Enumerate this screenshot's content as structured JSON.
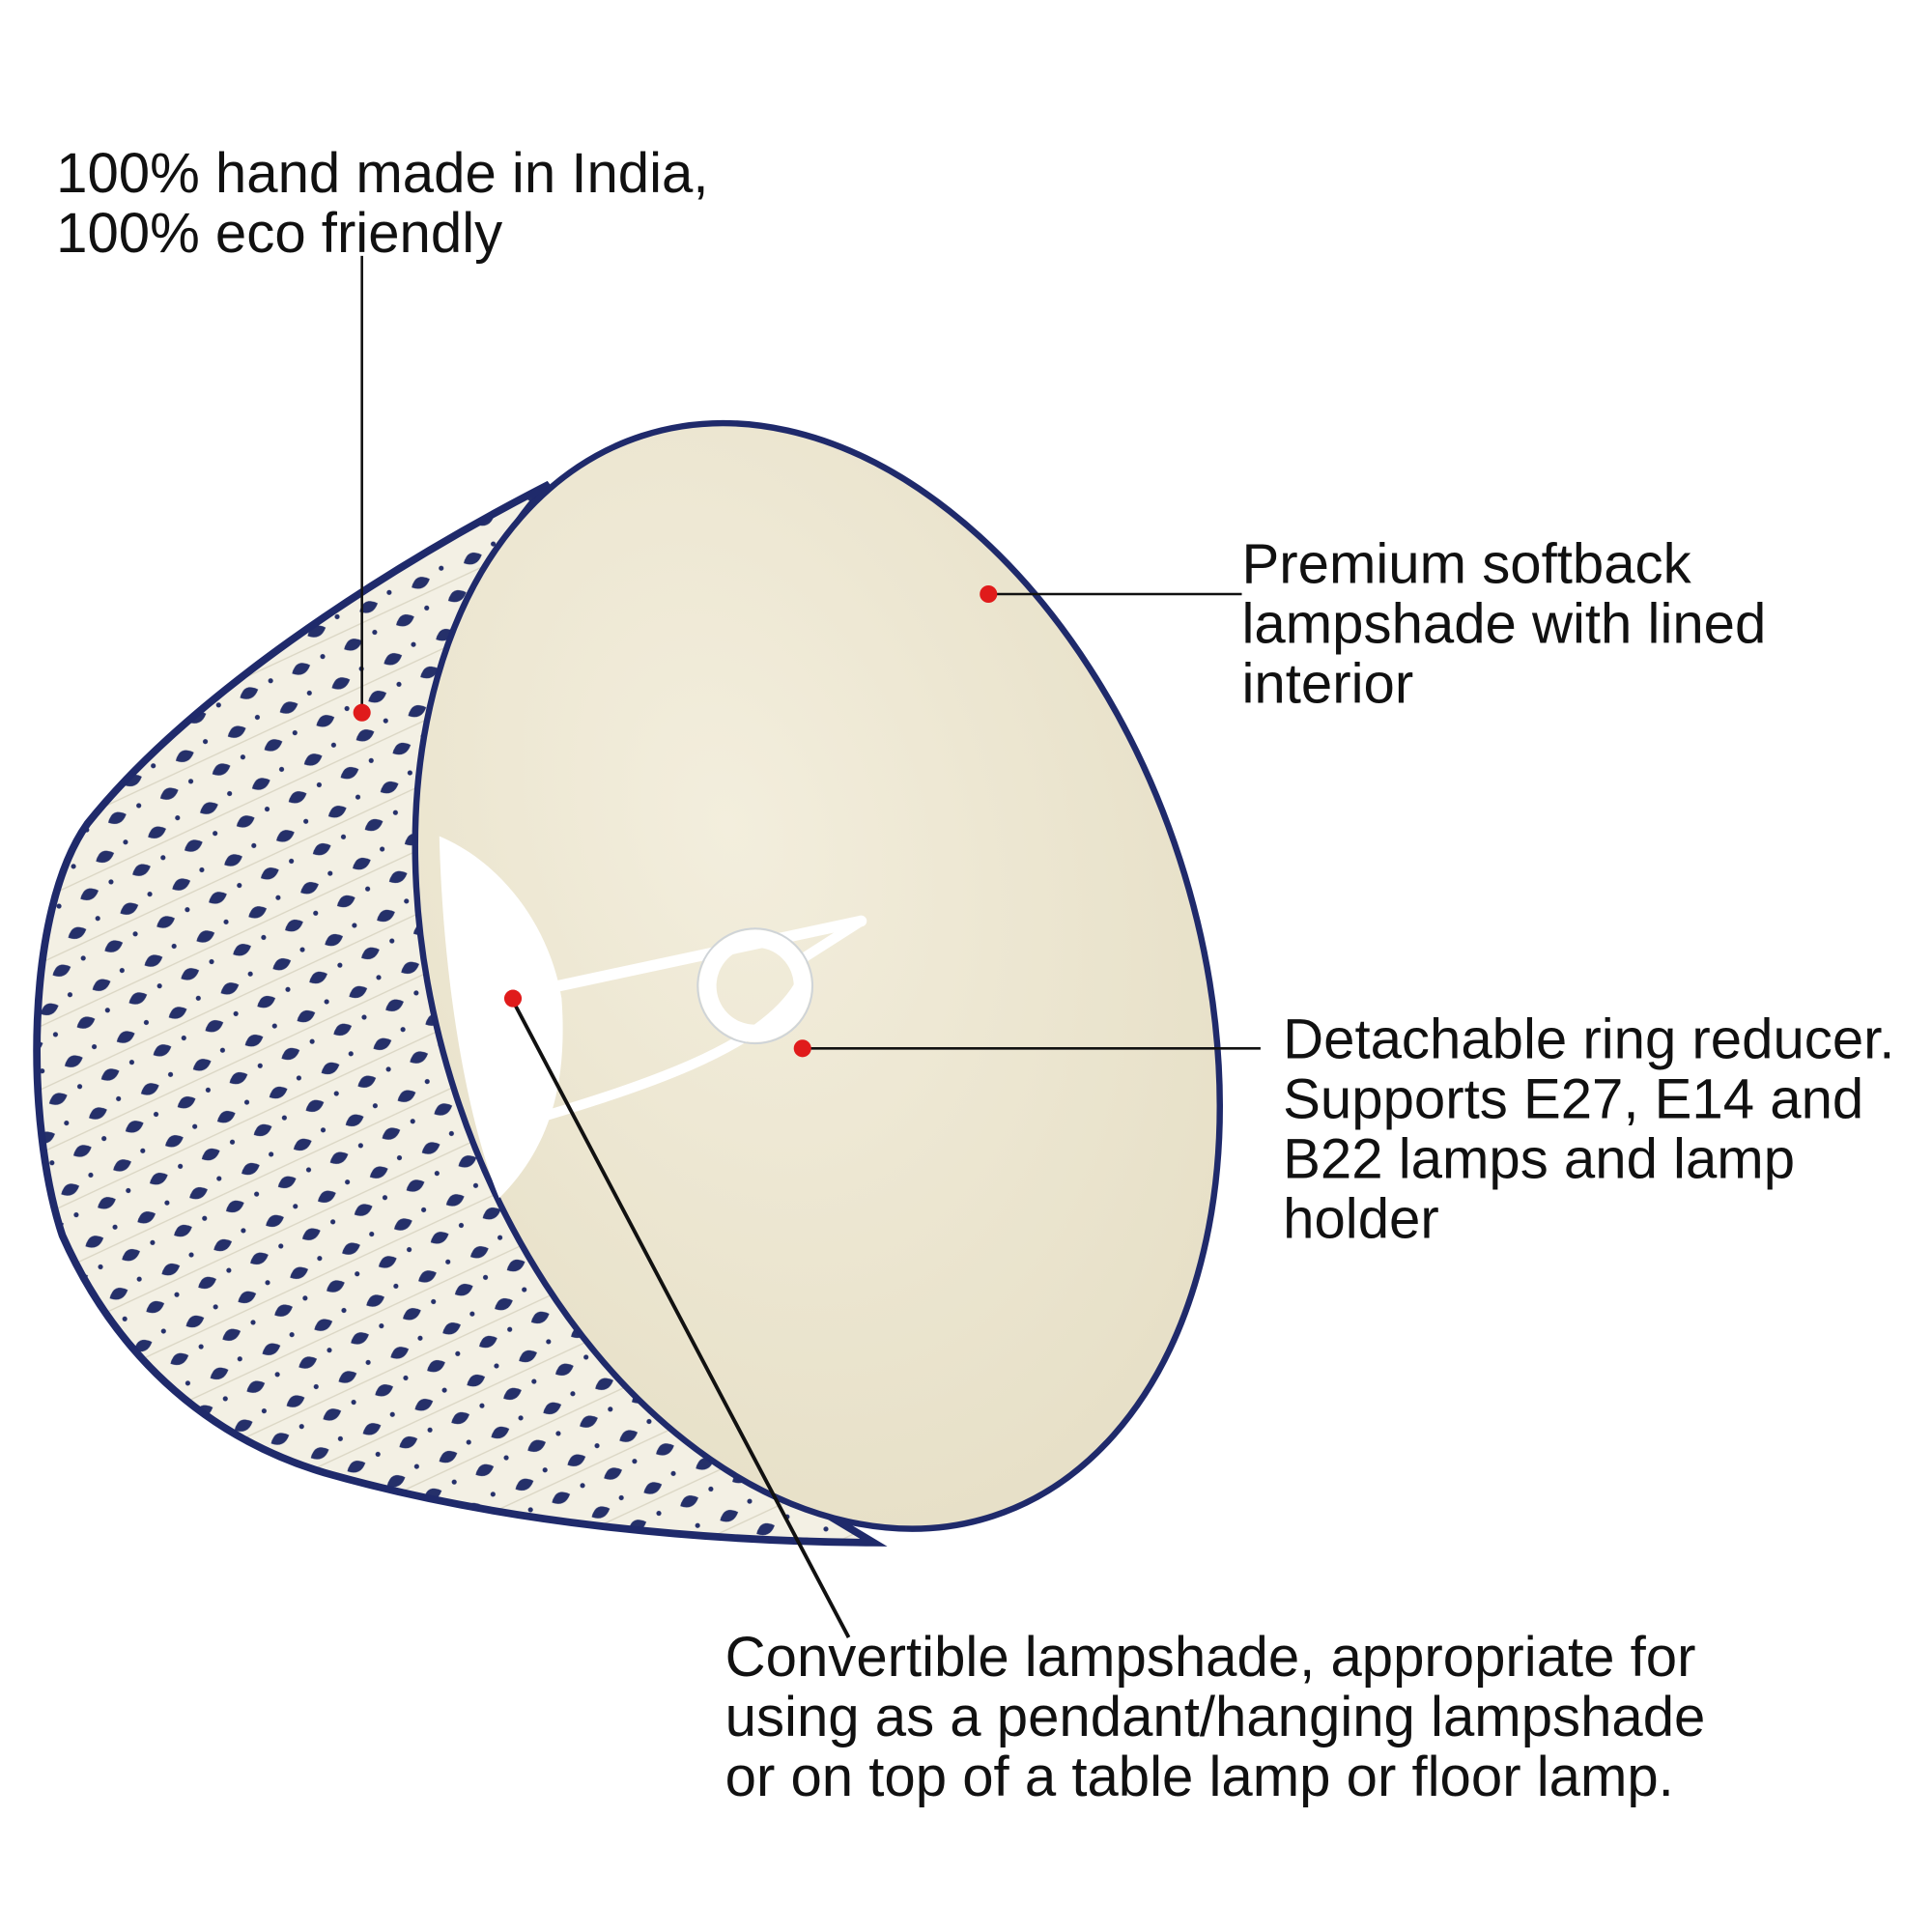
{
  "colors": {
    "background": "#ffffff",
    "dot": "#e01b1b",
    "line": "#111111",
    "fabric": "#f3f0e4",
    "lining": "#efe9d6",
    "trim": "#1f2a6b",
    "print": "#25306a"
  },
  "callouts": [
    {
      "lines": [
        "100% hand made in India,",
        "100% eco friendly"
      ]
    },
    {
      "lines": [
        "Premium softback",
        "lampshade with lined",
        "interior"
      ]
    },
    {
      "lines": [
        "Detachable ring reducer.",
        "Supports E27, E14 and",
        "B22 lamps and lamp",
        "holder"
      ]
    },
    {
      "lines": [
        "Convertible lampshade, appropriate for",
        "using as a pendant/hanging lampshade",
        "or on top of a table lamp or floor lamp."
      ]
    }
  ]
}
